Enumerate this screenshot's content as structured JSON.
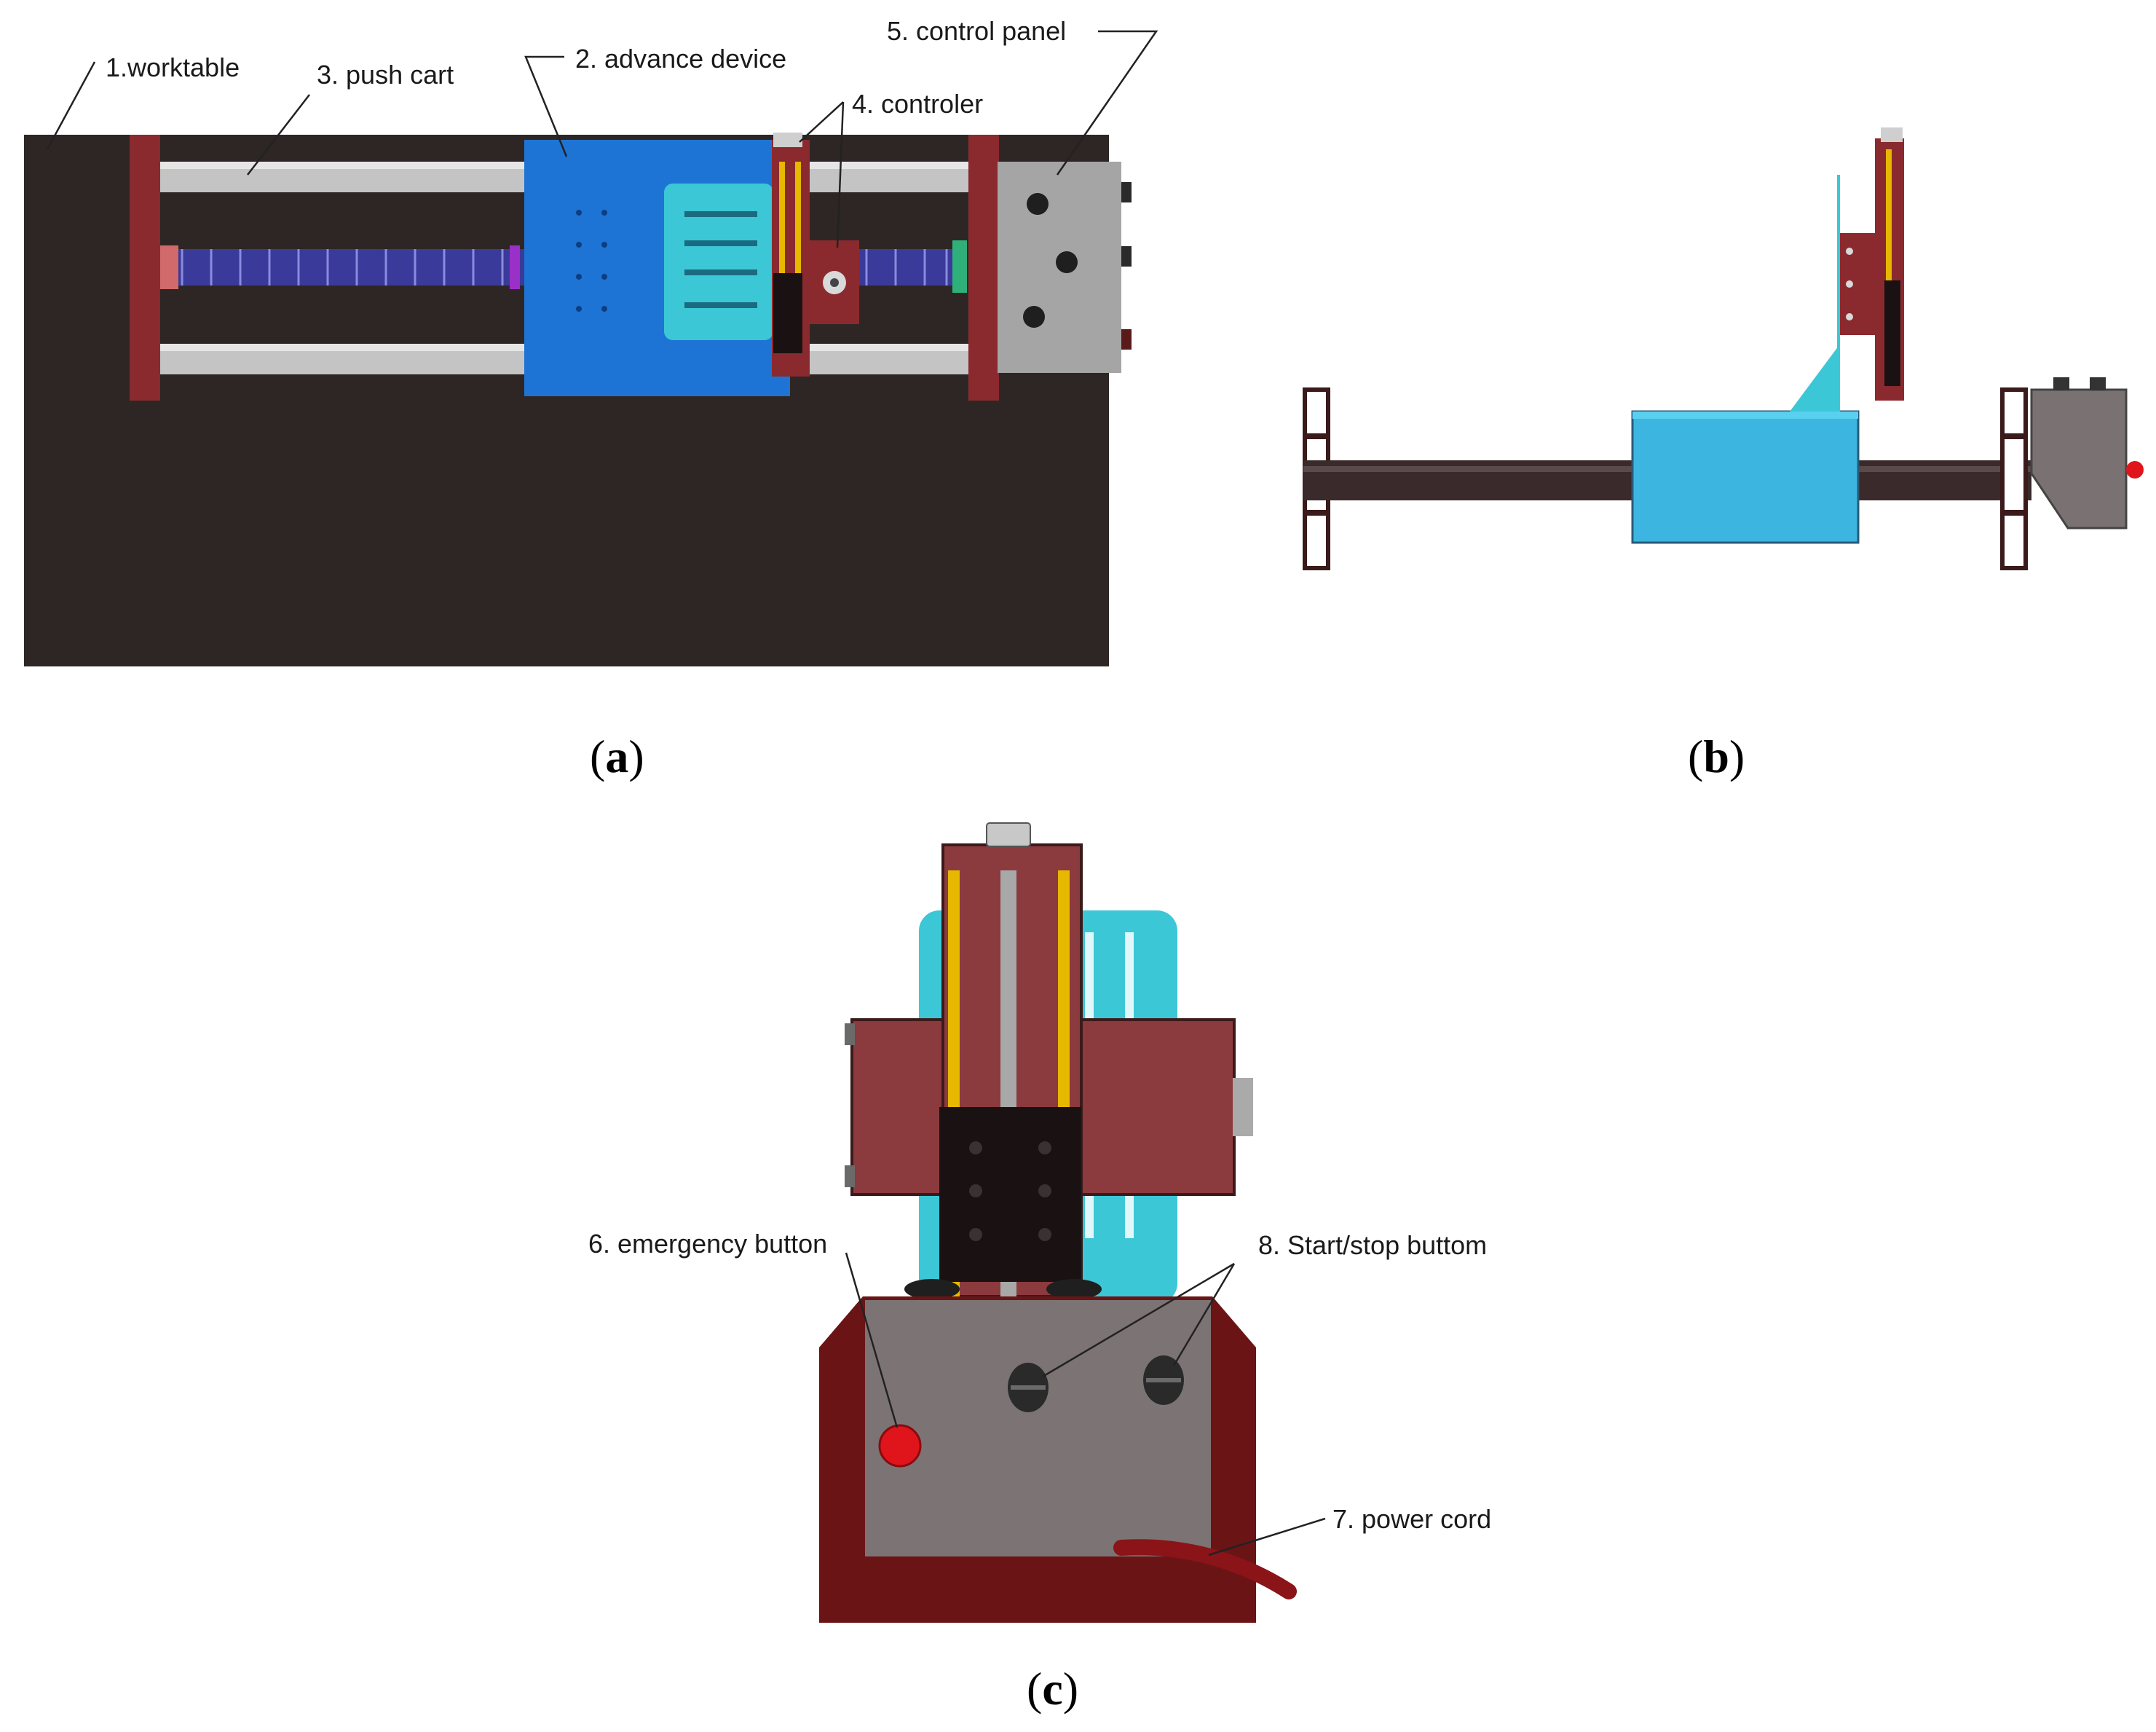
{
  "figure": {
    "panels": {
      "a": {
        "label": "a"
      },
      "b": {
        "label": "b"
      },
      "c": {
        "label": "c"
      }
    },
    "callouts": {
      "worktable": "1.worktable",
      "advance_device": "2. advance device",
      "push_cart": "3. push cart",
      "controler": "4. controler",
      "control_panel": "5. control panel",
      "emergency_button": "6. emergency button",
      "power_cord": "7. power cord",
      "start_stop": "8. Start/stop buttom"
    },
    "colors": {
      "worktable": "#2e2624",
      "frame_red": "#8b2a2e",
      "rod_gray": "#c2c2c2",
      "screw_blue": "#3a3a9a",
      "device_blue": "#1e74d4",
      "plate_cyan": "#3cc7d6",
      "panel_gray": "#a5a5a5",
      "emergency_red": "#e0151c",
      "housing_red": "#6b1416",
      "cord_red": "#8a1418",
      "rail_yellow": "#e6b800",
      "block_black": "#1a1212"
    }
  }
}
